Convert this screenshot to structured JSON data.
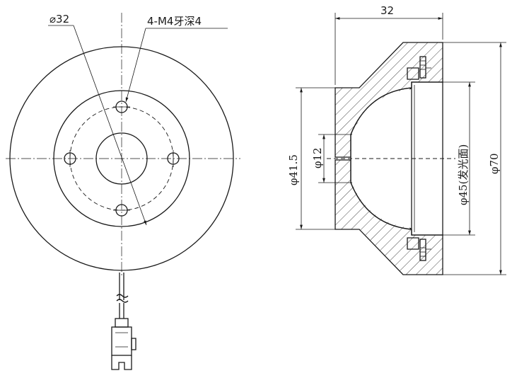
{
  "front_view": {
    "diameter_label": "⌀32",
    "hole_label": "4-M4牙深4"
  },
  "side_view": {
    "width_label": "32",
    "dim_outer_label": "φ41.5",
    "dim_bore_label": "φ12",
    "dim_emit_label": "φ45(发光面)",
    "dim_total_label": "φ70"
  }
}
